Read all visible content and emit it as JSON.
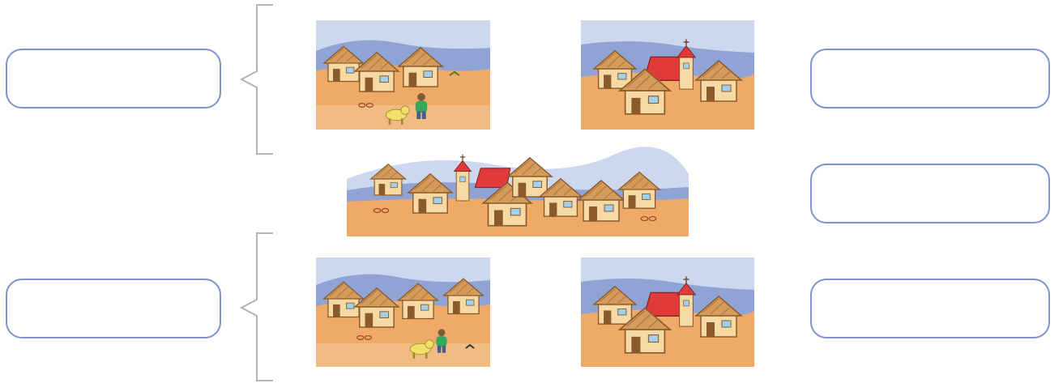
{
  "worksheet": {
    "answer_boxes": [
      {
        "name": "answer-box-left-top",
        "value": ""
      },
      {
        "name": "answer-box-right-1",
        "value": ""
      },
      {
        "name": "answer-box-right-2",
        "value": ""
      },
      {
        "name": "answer-box-left-bottom",
        "value": ""
      },
      {
        "name": "answer-box-right-3",
        "value": ""
      }
    ],
    "illustrations": [
      {
        "name": "village-houses-person-dog-top",
        "icon": "village-illustration"
      },
      {
        "name": "village-church-top",
        "icon": "church-village-illustration"
      },
      {
        "name": "town-panorama",
        "icon": "town-illustration"
      },
      {
        "name": "village-houses-person-dog-bottom",
        "icon": "village-illustration"
      },
      {
        "name": "village-church-bottom",
        "icon": "church-village-illustration"
      }
    ]
  },
  "colors": {
    "box_border": "#7f93cc",
    "bracket": "#b3b3b3",
    "sky": "#cdd8ee",
    "hill": "#8fa3d4",
    "ground": "#eeaa66",
    "wall": "#f7d9a3",
    "roof": "#d49b5a",
    "church_roof": "#e03a3a"
  }
}
